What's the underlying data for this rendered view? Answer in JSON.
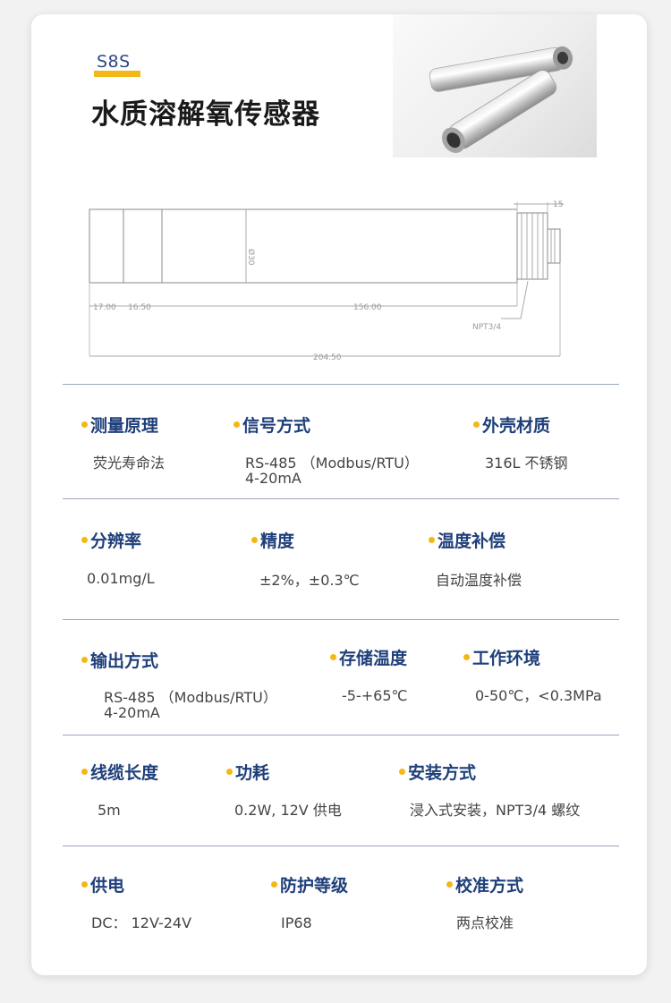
{
  "header": {
    "model": "S8S",
    "title": "水质溶解氧传感器"
  },
  "drawing": {
    "dim_top": "15.00",
    "dim_diameter": "Ø30",
    "dim_a": "17.00",
    "dim_b": "16.50",
    "dim_c": "156.00",
    "dim_thread": "NPT3/4",
    "dim_total": "204.50"
  },
  "specs": [
    {
      "label": "测量原理",
      "value": "荧光寿命法"
    },
    {
      "label": "信号方式",
      "value": "RS-485 （Modbus/RTU）\n4-20mA"
    },
    {
      "label": "外壳材质",
      "value": "316L 不锈钢"
    },
    {
      "label": "分辨率",
      "value": "0.01mg/L"
    },
    {
      "label": "精度",
      "value": "±2%，±0.3℃"
    },
    {
      "label": "温度补偿",
      "value": "自动温度补偿"
    },
    {
      "label": "输出方式",
      "value": "RS-485 （Modbus/RTU）\n4-20mA"
    },
    {
      "label": "存储温度",
      "value": "-5-+65℃"
    },
    {
      "label": "工作环境",
      "value": "0-50℃，<0.3MPa"
    },
    {
      "label": "线缆长度",
      "value": "5m"
    },
    {
      "label": "功耗",
      "value": "0.2W, 12V 供电"
    },
    {
      "label": "安装方式",
      "value": "浸入式安装，NPT3/4 螺纹"
    },
    {
      "label": "供电",
      "value": "DC：  12V-24V"
    },
    {
      "label": "防护等级",
      "value": "IP68"
    },
    {
      "label": "校准方式",
      "value": "两点校准"
    }
  ]
}
